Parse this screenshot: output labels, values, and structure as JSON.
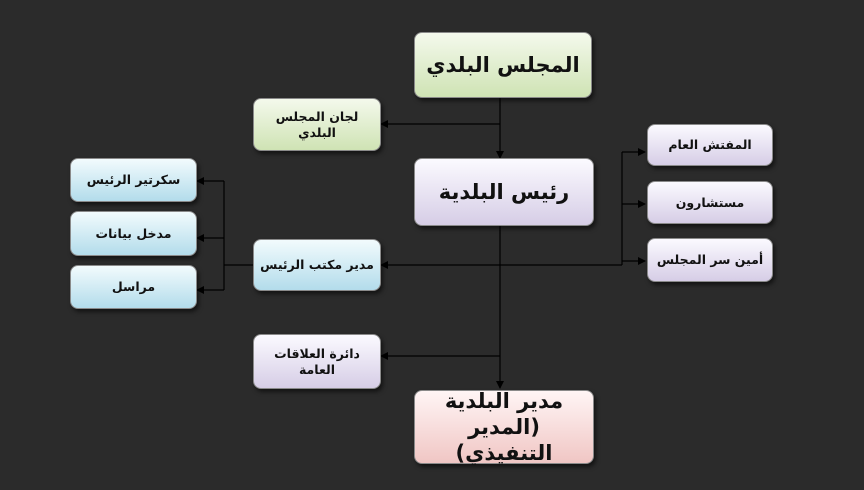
{
  "diagram": {
    "municipal_council": "المجلس البلدي",
    "council_committees": "لجان المجلس البلدي",
    "mayor": "رئيس البلدية",
    "inspector_general": "المفتش العام",
    "advisors": "مستشارون",
    "council_secretary": "أمين سر المجلس",
    "mayor_office_director": "مدير مكتب الرئيس",
    "mayor_secretary": "سكرتير الرئيس",
    "data_entry": "مدخل بيانات",
    "courier": "مراسل",
    "public_relations": "دائرة العلاقات العامة",
    "municipal_director_line1": "مدير البلدية",
    "municipal_director_line2": "(المدير التنفيذي)"
  },
  "colors": {
    "background": "#2b2b2b",
    "green_box": "#cfe3b4",
    "purple_box": "#d6cde6",
    "blue_box": "#b3dceb",
    "pink_box": "#f0c6c4",
    "connector": "#000000"
  }
}
